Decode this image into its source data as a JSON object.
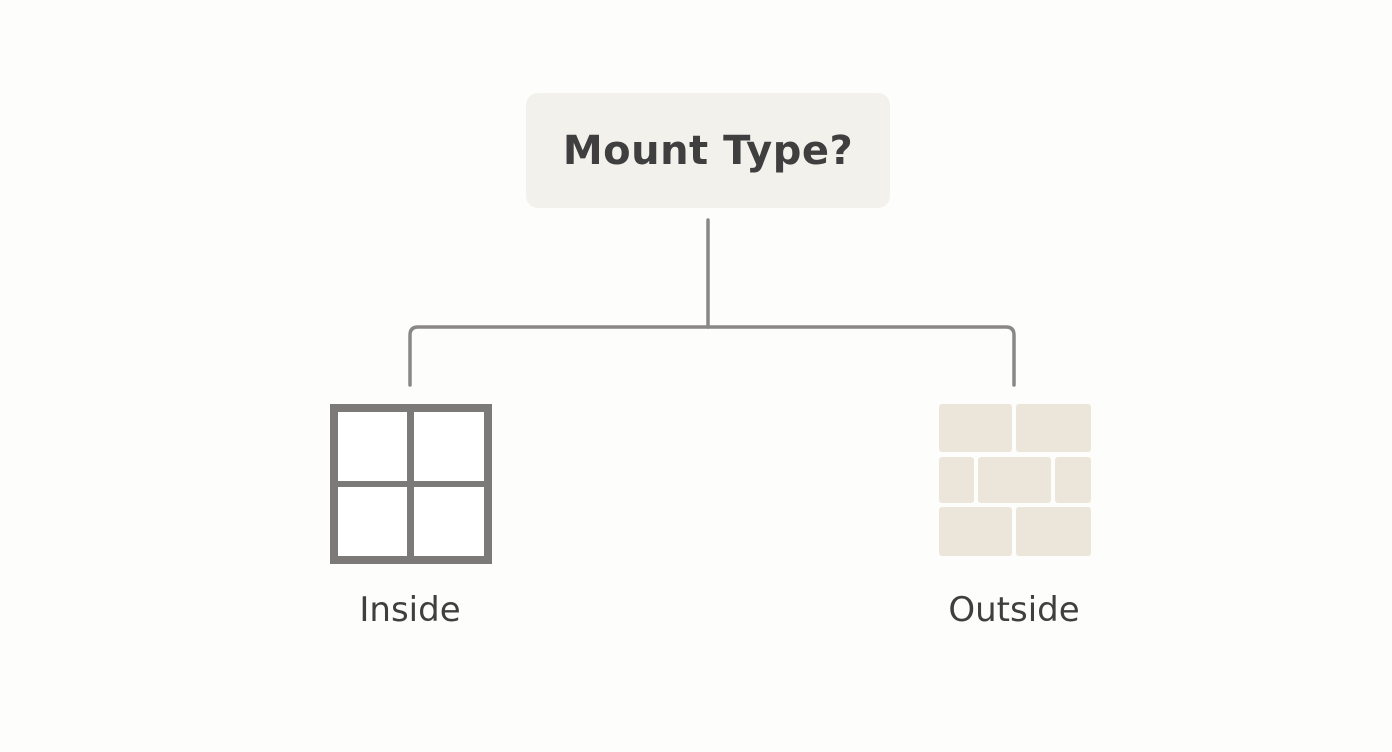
{
  "question": {
    "text": "Mount Type?"
  },
  "options": [
    {
      "label": "Inside",
      "icon": "window-frame-icon"
    },
    {
      "label": "Outside",
      "icon": "brick-wall-icon"
    }
  ],
  "colors": {
    "background": "#fdfdfc",
    "question_box": "#f3f1ec",
    "text": "#3f3f3f",
    "connector": "#8a8886",
    "window_frame": "#7c7a78",
    "brick": "#ece6da"
  }
}
